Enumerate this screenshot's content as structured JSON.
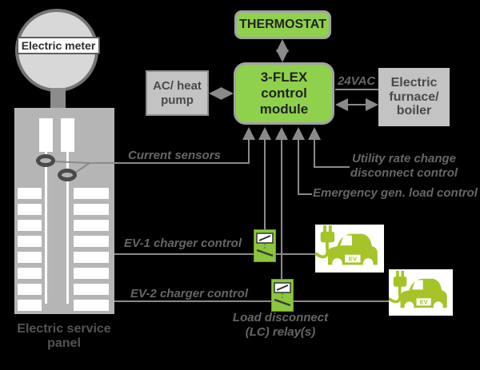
{
  "colors": {
    "background": "#000000",
    "module_green": "#8fd14c",
    "ev_green": "#a4c428",
    "equipment_gray": "#c3c3c3",
    "panel_gray": "#b5b5b5",
    "wire_gray": "#8a8a8a",
    "note_gray": "#666666"
  },
  "meter": {
    "label": "Electric meter"
  },
  "panel": {
    "label": "Electric service\npanel",
    "breaker_rows": 8
  },
  "thermostat": {
    "label": "THERMOSTAT"
  },
  "module": {
    "label": "3-FLEX\ncontrol\nmodule"
  },
  "ac_unit": {
    "label": "AC/ heat\npump"
  },
  "furnace": {
    "label": "Electric\nfurnace/\nboiler"
  },
  "annotations": {
    "voltage": "24VAC",
    "current_sensors": "Current sensors",
    "utility": "Utility rate change\ndisconnect control",
    "emergency": "Emergency gen. load control",
    "ev1": "EV-1 charger control",
    "ev2": "EV-2 charger control",
    "load_relay": "Load  disconnect\n(LC) relay(s)"
  },
  "ev": {
    "plate_label": "EV"
  }
}
